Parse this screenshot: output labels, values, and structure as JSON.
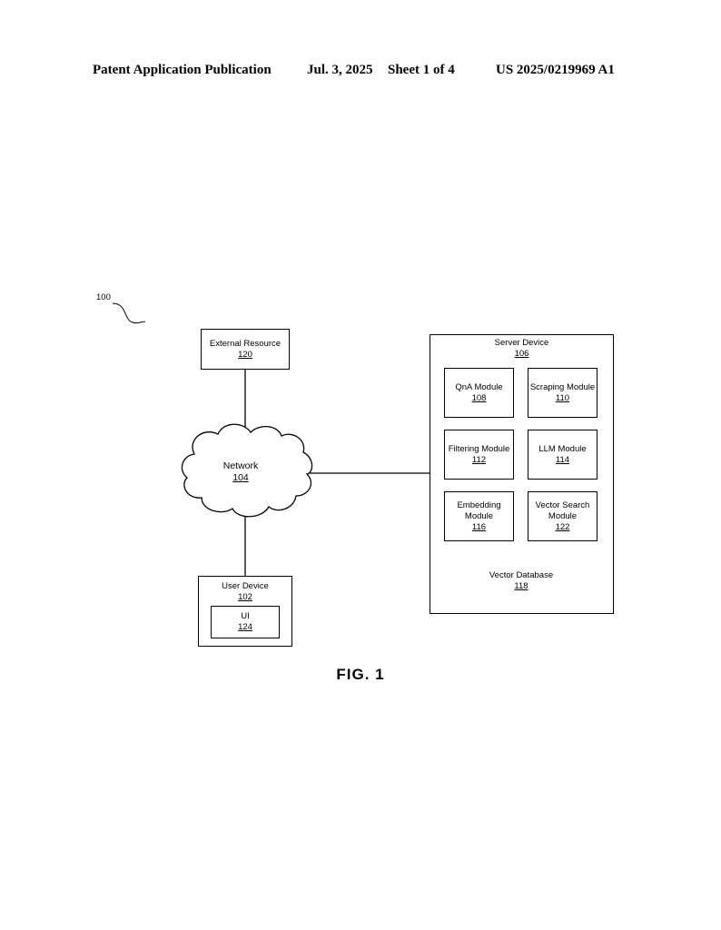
{
  "header": {
    "publication": "Patent Application Publication",
    "date": "Jul. 3, 2025",
    "sheet": "Sheet 1 of 4",
    "number": "US 2025/0219969 A1"
  },
  "diagram": {
    "system_ref": "100",
    "external_resource": {
      "label": "External Resource",
      "ref": "120"
    },
    "network": {
      "label": "Network",
      "ref": "104"
    },
    "user_device": {
      "label": "User Device",
      "ref": "102"
    },
    "ui": {
      "label": "UI",
      "ref": "124"
    },
    "server_device": {
      "label": "Server Device",
      "ref": "106"
    },
    "qna_module": {
      "label": "QnA Module",
      "ref": "108"
    },
    "scraping_module": {
      "label": "Scraping Module",
      "ref": "110"
    },
    "filtering_module": {
      "label": "Filtering Module",
      "ref": "112"
    },
    "llm_module": {
      "label": "LLM Module",
      "ref": "114"
    },
    "embedding_module": {
      "label_line1": "Embedding",
      "label_line2": "Module",
      "ref": "116"
    },
    "vector_search_module": {
      "label_line1": "Vector Search",
      "label_line2": "Module",
      "ref": "122"
    },
    "vector_database": {
      "label": "Vector Database",
      "ref": "118"
    }
  },
  "figure_label": "FIG. 1"
}
